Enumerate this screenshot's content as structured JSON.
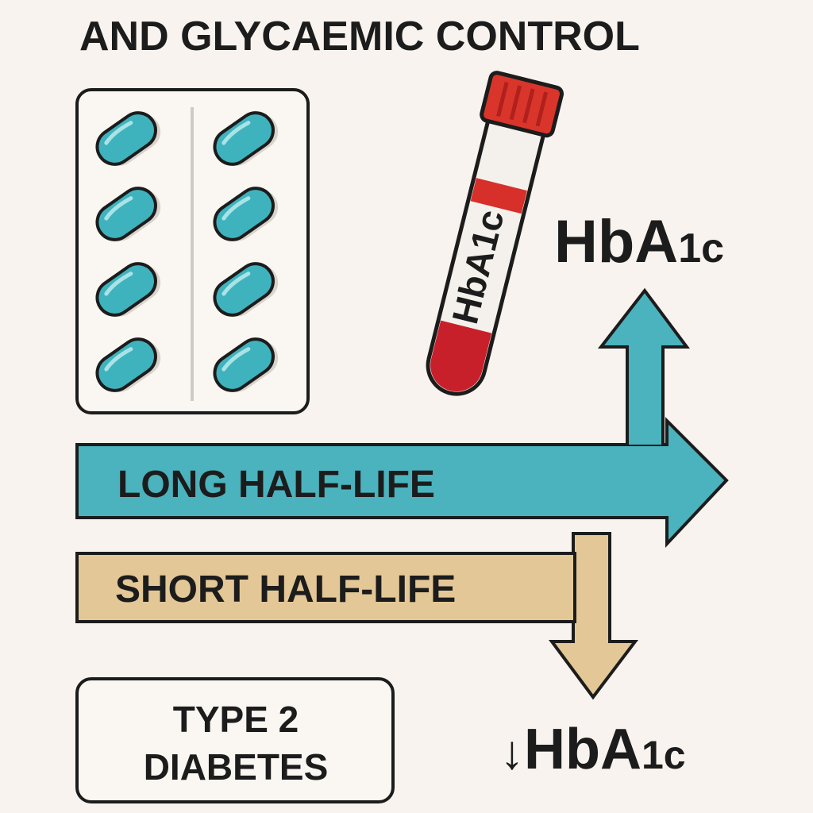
{
  "title": "AND GLYCAEMIC CONTROL",
  "tube_label": "HbA1c",
  "hba1c_up": {
    "main": "HbA",
    "sub": "1c"
  },
  "long_half_life": "LONG HALF-LIFE",
  "short_half_life": "SHORT HALF-LIFE",
  "condition": {
    "line1": "TYPE 2",
    "line2": "DIABETES"
  },
  "hba1c_down": {
    "arrow": "↓",
    "main": "HbA",
    "sub": "1c"
  },
  "colors": {
    "background": "#f8f3ee",
    "teal": "#4ab3bd",
    "tan": "#e3c796",
    "red": "#cc2a2a",
    "pill": "#3fb3bd",
    "ink": "#1c1c1c"
  }
}
